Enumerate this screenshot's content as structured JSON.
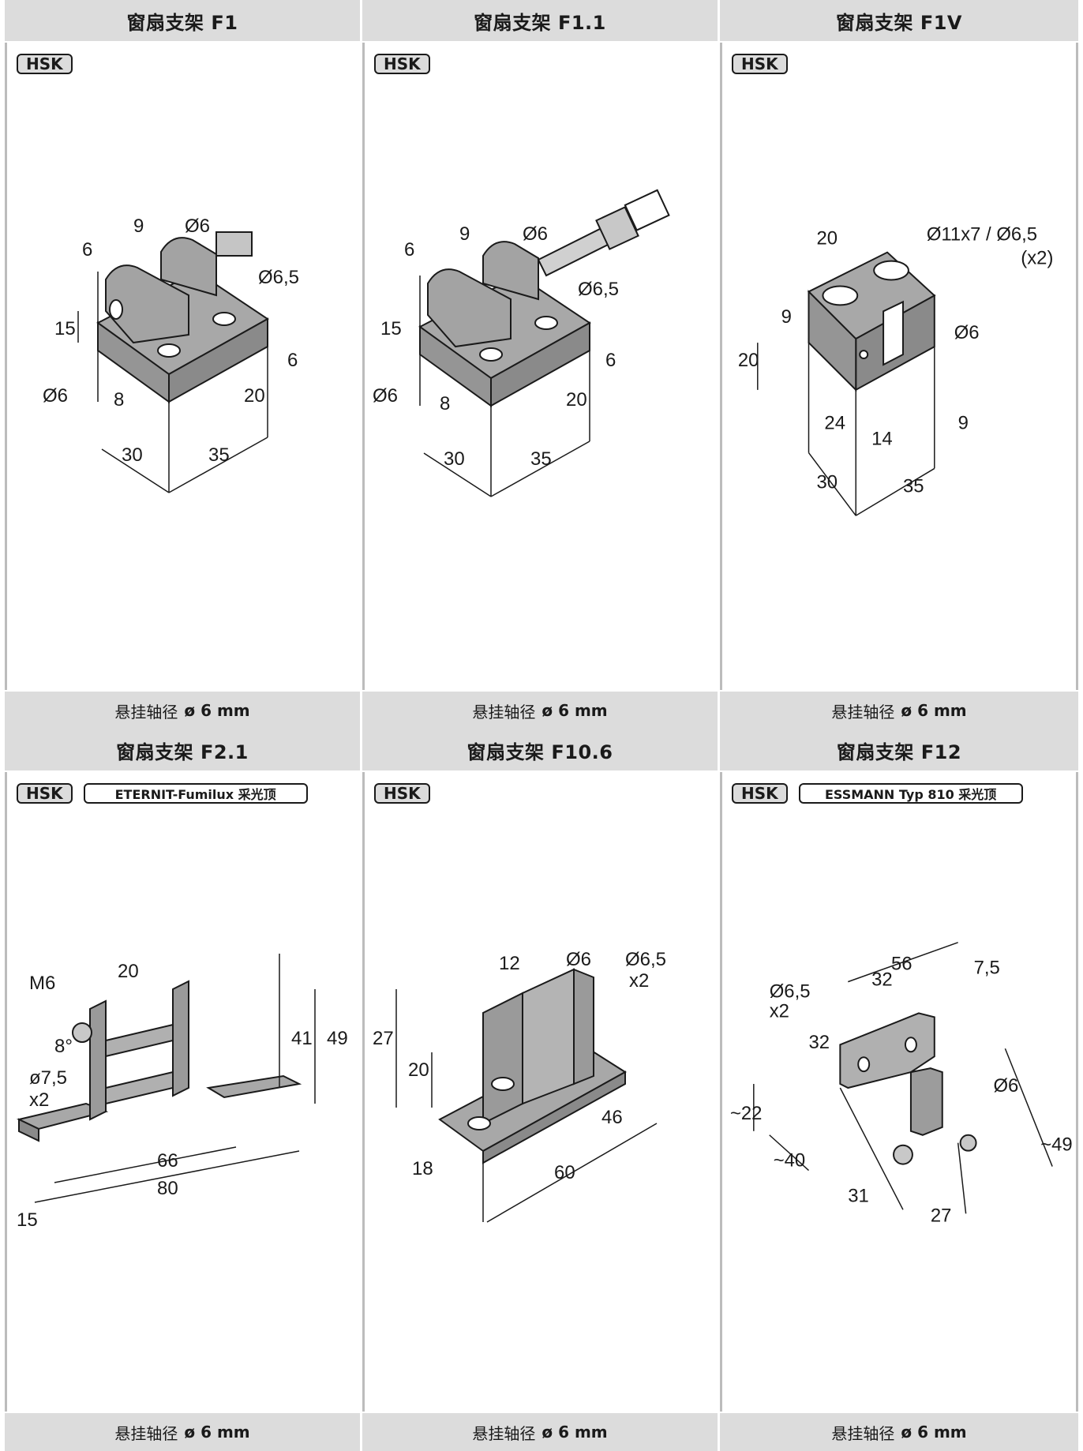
{
  "cells": [
    {
      "title": "窗扇支架 F1",
      "badges": [
        "HSK"
      ],
      "footer_label": "悬挂轴径",
      "footer_value": "ø 6 mm",
      "dims": [
        "9",
        "Ø6",
        "6",
        "Ø6,5",
        "15",
        "Ø6",
        "8",
        "20",
        "6",
        "30",
        "35"
      ]
    },
    {
      "title": "窗扇支架 F1.1",
      "badges": [
        "HSK"
      ],
      "footer_label": "悬挂轴径",
      "footer_value": "ø 6 mm",
      "dims": [
        "9",
        "Ø6",
        "6",
        "Ø6,5",
        "15",
        "Ø6",
        "8",
        "20",
        "6",
        "30",
        "35"
      ]
    },
    {
      "title": "窗扇支架 F1V",
      "badges": [
        "HSK"
      ],
      "footer_label": "悬挂轴径",
      "footer_value": "ø 6 mm",
      "dims": [
        "20",
        "Ø11x7 / Ø6,5",
        "(x2)",
        "9",
        "20",
        "Ø6",
        "24",
        "14",
        "9",
        "30",
        "35"
      ]
    },
    {
      "title": "窗扇支架 F2.1",
      "badges": [
        "HSK",
        "ETERNIT-Fumilux 采光顶"
      ],
      "footer_label": "悬挂轴径",
      "footer_value": "ø 6 mm",
      "dims": [
        "20",
        "M6",
        "8°",
        "ø7,5",
        "x2",
        "41",
        "49",
        "66",
        "80",
        "15"
      ]
    },
    {
      "title": "窗扇支架 F10.6",
      "badges": [
        "HSK"
      ],
      "footer_label": "悬挂轴径",
      "footer_value": "ø 6 mm",
      "dims": [
        "12",
        "Ø6",
        "Ø6,5",
        "x2",
        "27",
        "20",
        "46",
        "60",
        "18"
      ]
    },
    {
      "title": "窗扇支架 F12",
      "badges": [
        "HSK",
        "ESSMANN Typ 810 采光顶"
      ],
      "footer_label": "悬挂轴径",
      "footer_value": "ø 6 mm",
      "dims": [
        "56",
        "7,5",
        "32",
        "Ø6,5",
        "x2",
        "32",
        "~22",
        "~40",
        "Ø6",
        "~49",
        "31",
        "27"
      ]
    }
  ]
}
